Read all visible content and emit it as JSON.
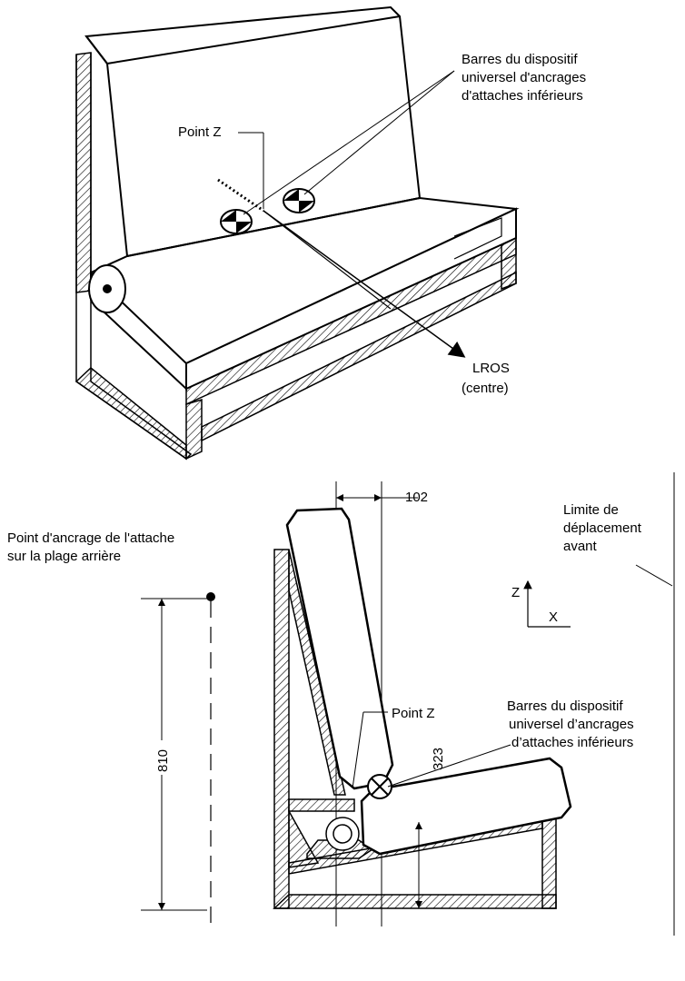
{
  "top_view": {
    "bars_label_line1": "Barres du dispositif",
    "bars_label_line2": "universel d'ancrages",
    "bars_label_line3": "d'attaches inférieurs",
    "point_z_label": "Point Z",
    "lros_line1": "LROS",
    "lros_line2": "(centre)"
  },
  "side_view": {
    "dimension_102": "102",
    "dimension_810": "810",
    "dimension_323": "323",
    "rear_anchor_line1": "Point d'ancrage de l'attache",
    "rear_anchor_line2": "sur la plage arrière",
    "limit_line1": "Limite de",
    "limit_line2": "déplacement",
    "limit_line3": "avant",
    "axis_z": "Z",
    "axis_x": "X",
    "point_z_label": "Point Z",
    "bars_label_line1": "Barres du dispositif",
    "bars_label_line2": "universel d’ancrages",
    "bars_label_line3": "d’attaches inférieurs"
  }
}
